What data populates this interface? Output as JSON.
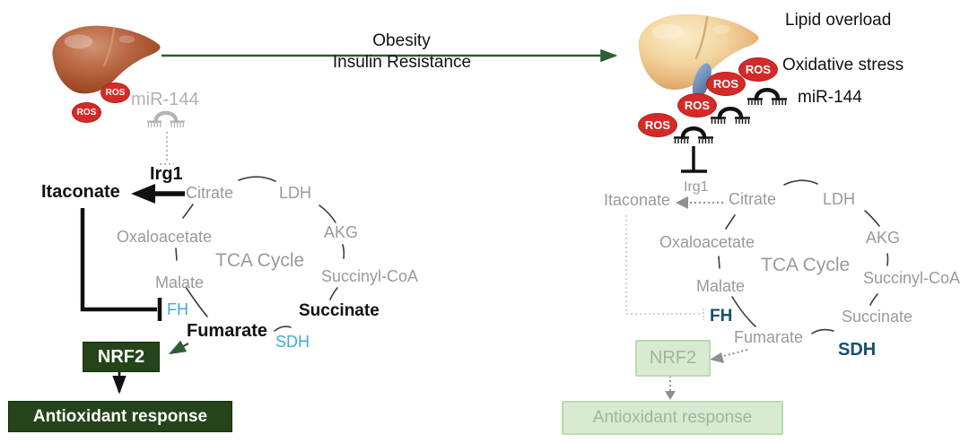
{
  "banner": {
    "line1": "Obesity",
    "line2": "Insulin Resistance"
  },
  "left_panel": {
    "mir144": "miR-144",
    "irg1": "Irg1",
    "itaconate": "Itaconate",
    "ros": "ROS",
    "tca": {
      "title": "TCA Cycle",
      "citrate": "Citrate",
      "ldh": "LDH",
      "akg": "AKG",
      "succinyl_coa": "Succinyl-CoA",
      "succinate": "Succinate",
      "sdh": "SDH",
      "fumarate": "Fumarate",
      "fh": "FH",
      "malate": "Malate",
      "oxaloacetate": "Oxaloacetate"
    },
    "nrf2": "NRF2",
    "antioxidant_response": "Antioxidant response"
  },
  "right_panel": {
    "lipid_overload": "Lipid overload",
    "oxidative_stress": "Oxidative stress",
    "mir144": "miR-144",
    "ros": "ROS",
    "irg1": "Irg1",
    "itaconate": "Itaconate",
    "tca": {
      "title": "TCA Cycle",
      "citrate": "Citrate",
      "ldh": "LDH",
      "akg": "AKG",
      "succinyl_coa": "Succinyl-CoA",
      "succinate": "Succinate",
      "sdh": "SDH",
      "fumarate": "Fumarate",
      "fh": "FH",
      "malate": "Malate",
      "oxaloacetate": "Oxaloacetate"
    },
    "nrf2": "NRF2",
    "antioxidant_response": "Antioxidant response"
  },
  "colors": {
    "dark_box_green": "#254419",
    "faded_box_green": "#d9ead3",
    "enzyme_blue": "#3fa9dc",
    "enzyme_navy": "#16506e",
    "arrow_green": "#2d5e33",
    "ros_red": "#d42b28",
    "muted_gray": "#9a9a9a"
  }
}
